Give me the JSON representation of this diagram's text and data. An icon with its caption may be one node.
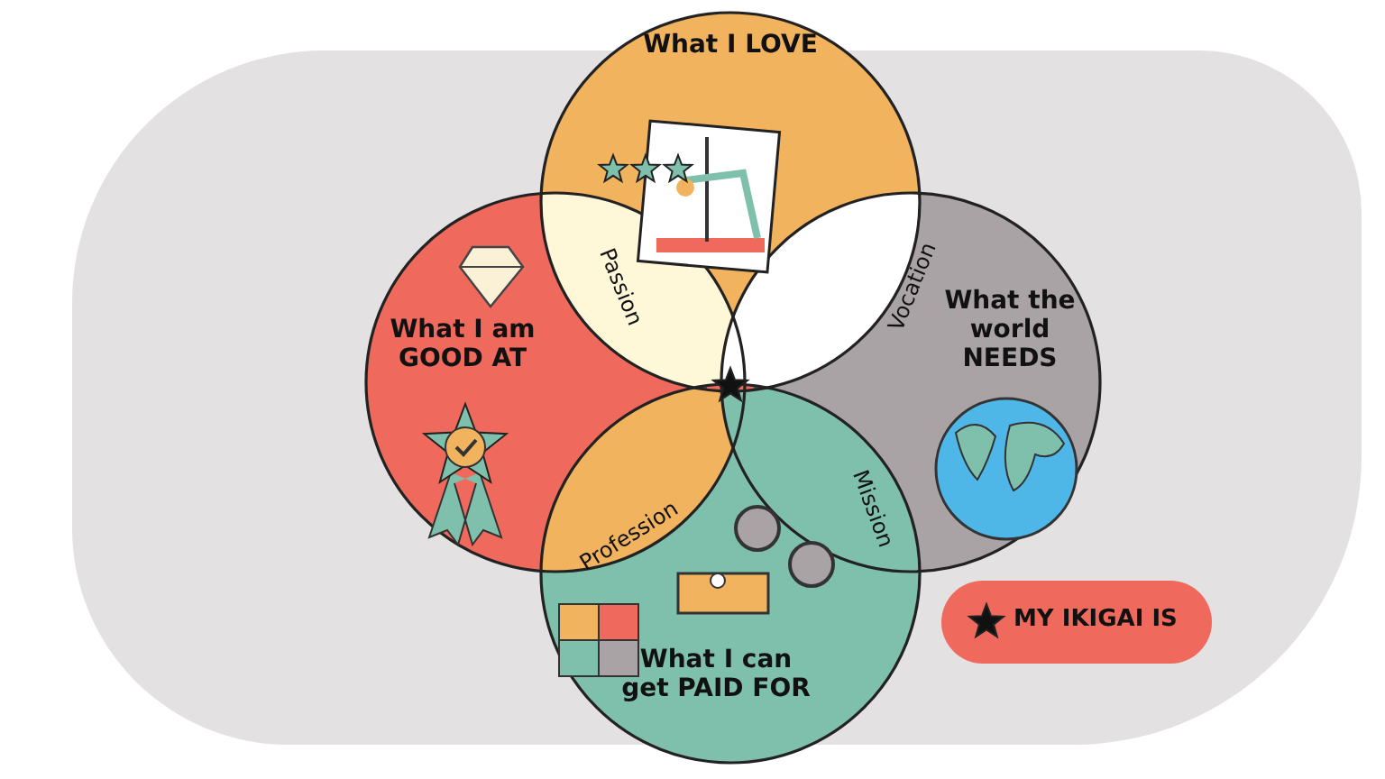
{
  "diagram": {
    "nodes": [
      {
        "text": [
          "What I LOVE"
        ]
      },
      {
        "text": [
          "What I am GOOD AT"
        ]
      },
      {
        "text": [
          "What the world NEEDS"
        ]
      },
      {
        "text": [
          "What I can get PAID FOR"
        ]
      }
    ],
    "labels": [
      "Passion",
      "Vocation",
      "Profession",
      "Mission"
    ],
    "legend": [
      {
        "text": "MY IKIGAI IS"
      }
    ]
  }
}
